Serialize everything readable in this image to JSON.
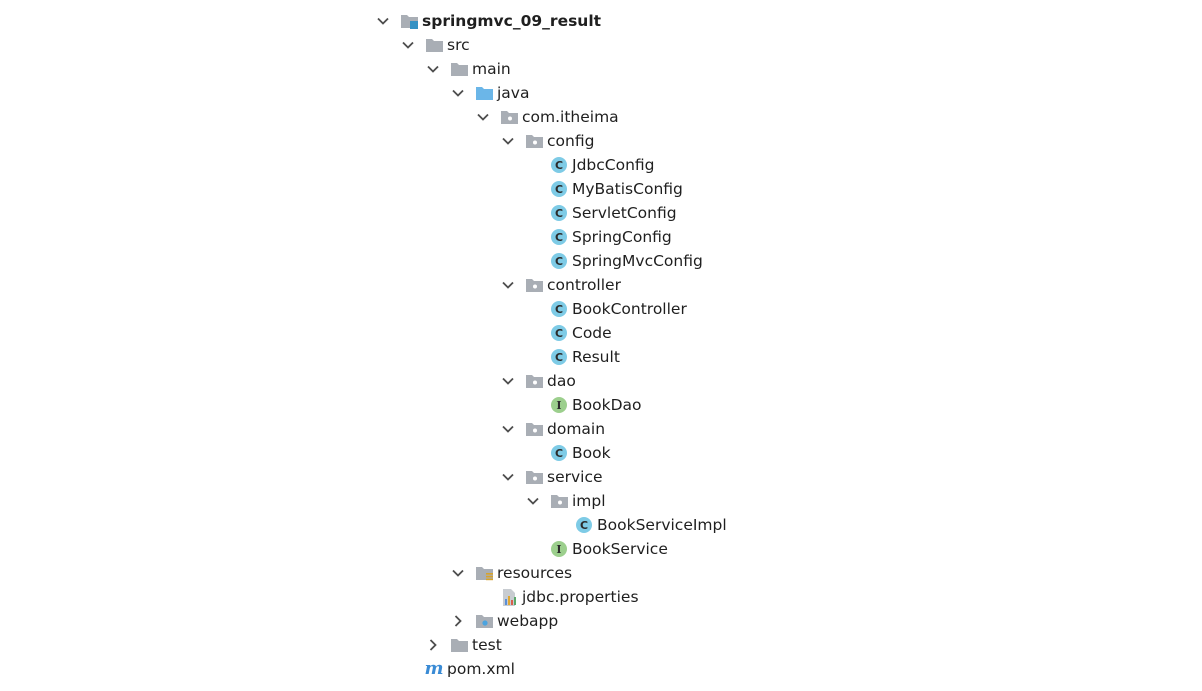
{
  "project_tree": {
    "nodes": [
      {
        "label": "springmvc_09_result",
        "icon": "module-folder-icon",
        "arrow": "expanded",
        "bold": true
      },
      {
        "label": "src",
        "icon": "folder-icon",
        "arrow": "expanded"
      },
      {
        "label": "main",
        "icon": "folder-icon",
        "arrow": "expanded"
      },
      {
        "label": "java",
        "icon": "source-root-folder-icon",
        "arrow": "expanded"
      },
      {
        "label": "com.itheima",
        "icon": "package-icon",
        "arrow": "expanded"
      },
      {
        "label": "config",
        "icon": "package-icon",
        "arrow": "expanded"
      },
      {
        "label": "JdbcConfig",
        "icon": "class-icon",
        "arrow": "none"
      },
      {
        "label": "MyBatisConfig",
        "icon": "class-icon",
        "arrow": "none"
      },
      {
        "label": "ServletConfig",
        "icon": "class-icon",
        "arrow": "none"
      },
      {
        "label": "SpringConfig",
        "icon": "class-icon",
        "arrow": "none"
      },
      {
        "label": "SpringMvcConfig",
        "icon": "class-icon",
        "arrow": "none"
      },
      {
        "label": "controller",
        "icon": "package-icon",
        "arrow": "expanded"
      },
      {
        "label": "BookController",
        "icon": "class-icon",
        "arrow": "none"
      },
      {
        "label": "Code",
        "icon": "class-icon",
        "arrow": "none"
      },
      {
        "label": "Result",
        "icon": "class-icon",
        "arrow": "none"
      },
      {
        "label": "dao",
        "icon": "package-icon",
        "arrow": "expanded"
      },
      {
        "label": "BookDao",
        "icon": "interface-icon",
        "arrow": "none"
      },
      {
        "label": "domain",
        "icon": "package-icon",
        "arrow": "expanded"
      },
      {
        "label": "Book",
        "icon": "class-icon",
        "arrow": "none"
      },
      {
        "label": "service",
        "icon": "package-icon",
        "arrow": "expanded"
      },
      {
        "label": "impl",
        "icon": "package-icon",
        "arrow": "expanded"
      },
      {
        "label": "BookServiceImpl",
        "icon": "class-icon",
        "arrow": "none"
      },
      {
        "label": "BookService",
        "icon": "interface-icon",
        "arrow": "none"
      },
      {
        "label": "resources",
        "icon": "resources-folder-icon",
        "arrow": "expanded"
      },
      {
        "label": "jdbc.properties",
        "icon": "properties-file-icon",
        "arrow": "none"
      },
      {
        "label": "webapp",
        "icon": "web-folder-icon",
        "arrow": "collapsed"
      },
      {
        "label": "test",
        "icon": "folder-icon",
        "arrow": "collapsed"
      },
      {
        "label": "pom.xml",
        "icon": "maven-pom-icon",
        "arrow": "none"
      }
    ]
  },
  "colors": {
    "arrow": "#4d4d4d",
    "folder": "#a9aeb5",
    "source_root": "#6bb6e8",
    "class_badge": "#7ecbe6",
    "interface_badge": "#9ccf8d",
    "maven": "#3a8bd5",
    "text": "#1f1f1f"
  }
}
